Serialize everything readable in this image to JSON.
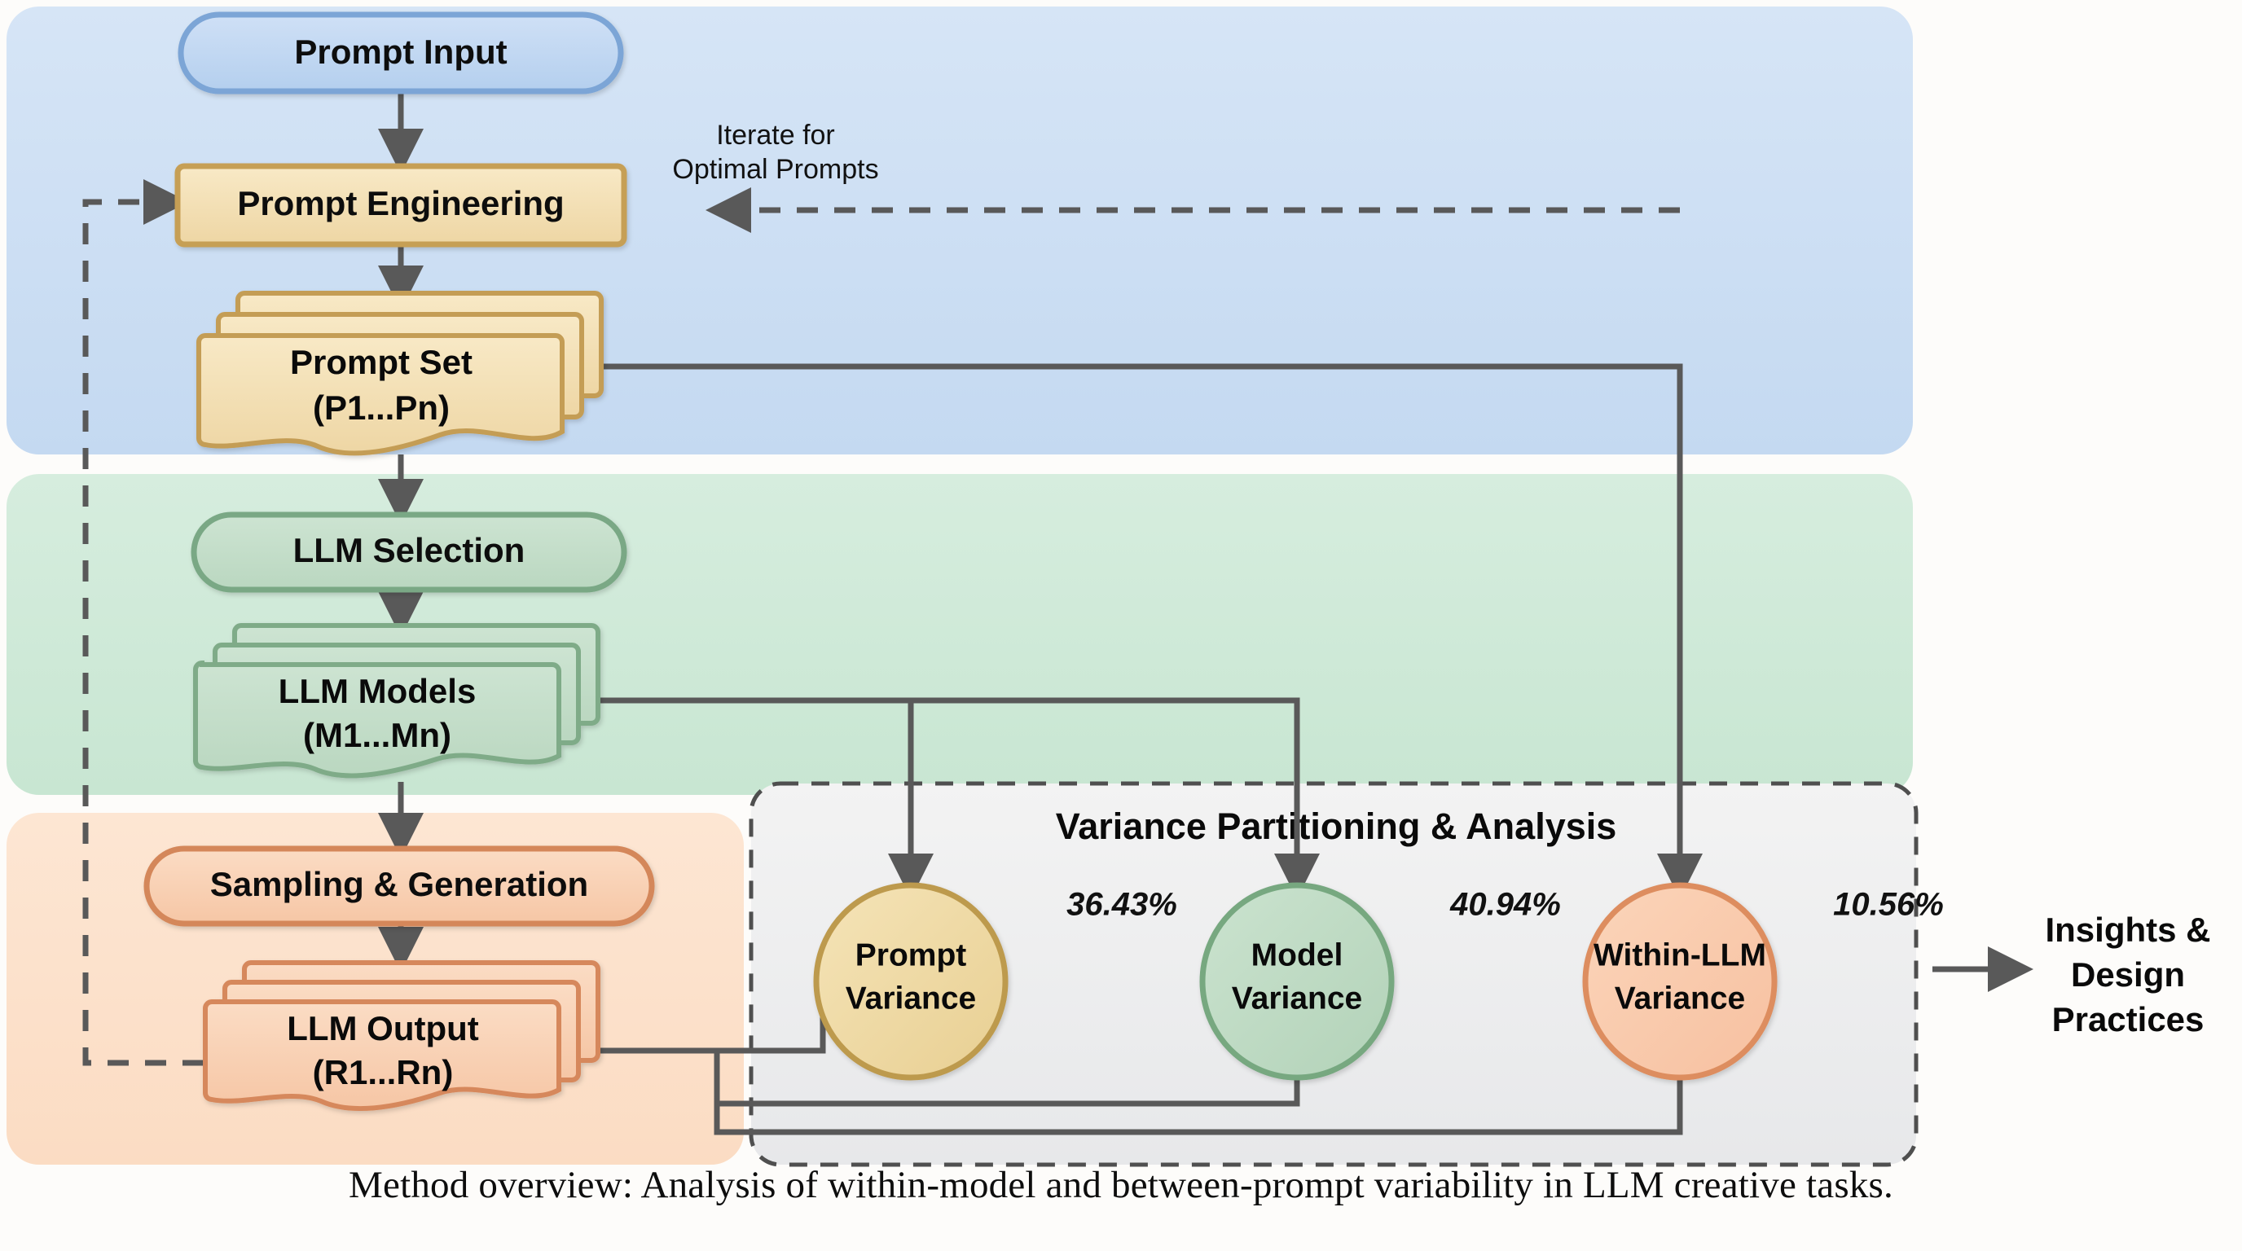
{
  "figure": {
    "caption": "Method overview: Analysis of within-model and between-prompt variability in LLM creative tasks."
  },
  "bands": [
    {
      "id": "input-band",
      "name": "prompt-stage-band",
      "color": "#cfe0f3"
    },
    {
      "id": "model-band",
      "name": "model-stage-band",
      "color": "#cfeada"
    },
    {
      "id": "generation-band",
      "name": "generation-stage-band",
      "color": "#fbe2cd"
    }
  ],
  "nodes": {
    "prompt_input": {
      "label": "Prompt Input",
      "fill": "#c3d9f2",
      "stroke": "#7ba5d6",
      "shape": "stadium"
    },
    "prompt_engineering": {
      "label": "Prompt Engineering",
      "fill": "#f4dfb4",
      "stroke": "#c69f54",
      "shape": "rect"
    },
    "prompt_set": {
      "line1": "Prompt Set",
      "line2": "(P1...Pn)",
      "fill": "#f2dcb0",
      "stroke": "#c49d55",
      "shape": "stacked-document"
    },
    "llm_selection": {
      "label": "LLM Selection",
      "fill": "#bed9c2",
      "stroke": "#7aa885",
      "shape": "stadium"
    },
    "llm_models": {
      "line1": "LLM Models",
      "line2": "(M1...Mn)",
      "fill": "#c5ddc8",
      "stroke": "#7fab88",
      "shape": "stacked-document"
    },
    "sampling_generation": {
      "label": "Sampling & Generation",
      "fill": "#f6cdae",
      "stroke": "#d4875a",
      "shape": "stadium"
    },
    "llm_output": {
      "line1": "LLM Output",
      "line2": "(R1...Rn)",
      "fill": "#f8cdb0",
      "stroke": "#d6885c",
      "shape": "stacked-document"
    }
  },
  "feedback_label": {
    "line1": "Iterate for",
    "line2": "Optimal Prompts"
  },
  "analysis_panel": {
    "title": "Variance Partitioning & Analysis",
    "fill": "#eeeeee",
    "stroke": "#555555"
  },
  "variances": [
    {
      "line1": "Prompt",
      "line2": "Variance",
      "percent": "36.43%",
      "fill": "#f0dca8",
      "stroke": "#bd9a4d"
    },
    {
      "line1": "Model",
      "line2": "Variance",
      "percent": "40.94%",
      "fill": "#bedcc2",
      "stroke": "#77a880"
    },
    {
      "line1": "Within-LLM",
      "line2": "Variance",
      "percent": "10.56%",
      "fill": "#f9cbad",
      "stroke": "#dd8d5e"
    }
  ],
  "outcome": {
    "line1": "Insights &",
    "line2": "Design",
    "line3": "Practices"
  },
  "chart_data": {
    "type": "pie",
    "title": "Variance Partitioning & Analysis",
    "categories": [
      "Prompt Variance",
      "Model Variance",
      "Within-LLM Variance"
    ],
    "values": [
      36.43,
      40.94,
      10.56
    ],
    "unit": "%",
    "xlabel": "",
    "ylabel": "",
    "legend": "inline-labels"
  }
}
